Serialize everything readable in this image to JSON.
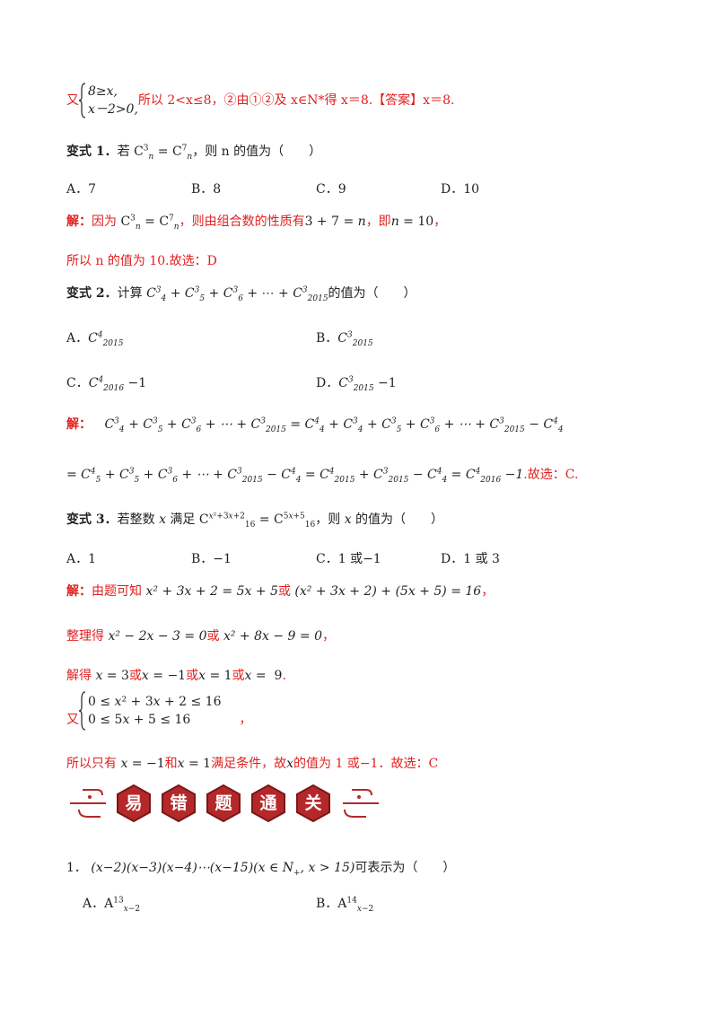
{
  "top": {
    "prefix": "又",
    "sys1": "8≥x,",
    "sys2": "x－2>0,",
    "text": "所以 2<x≤8，②由①②及 x∈N*得 x＝8.【答案】x＝8."
  },
  "q1": {
    "label": "变式 1．",
    "pre": "若",
    "post": "，则 n 的值为（　　）",
    "options": [
      {
        "letter": "A．",
        "value": "7"
      },
      {
        "letter": "B．",
        "value": "8"
      },
      {
        "letter": "C．",
        "value": "9"
      },
      {
        "letter": "D．",
        "value": "10"
      }
    ],
    "sol_label": "解：",
    "sol_a": "因为",
    "sol_b": "，则由组合数的性质有",
    "sol_c": "，即",
    "sol_d": "，",
    "sol_line2": "所以 n 的值为 10.故选：D"
  },
  "q2": {
    "label": "变式 2．",
    "pre": "计算",
    "post": "的值为（　　）",
    "options": [
      {
        "letter": "A．"
      },
      {
        "letter": "B．"
      },
      {
        "letter": "C．"
      },
      {
        "letter": "D．"
      }
    ],
    "sol_label": "解：",
    "end": ".故选：C."
  },
  "q3": {
    "label": "变式 3．",
    "pre": "若整数",
    "mid": "满足",
    "post": "，则",
    "post2": "的值为（　　）",
    "options": [
      {
        "letter": "A．",
        "value": "1"
      },
      {
        "letter": "B．",
        "value": "−1"
      },
      {
        "letter": "C．",
        "value": "1 或−1"
      },
      {
        "letter": "D．",
        "value": "1 或 3"
      }
    ],
    "sol_label": "解：",
    "sol1": "由题可知",
    "or": "或",
    "sol2": "整理得",
    "sol3": "解得",
    "again": "又",
    "comma": "，",
    "conclusion_a": "所以只有",
    "conclusion_b": "和",
    "conclusion_c": "满足条件，故",
    "conclusion_d": "的值为 1 或−1．故选：C"
  },
  "banner": {
    "chars": [
      "易",
      "错",
      "题",
      "通",
      "关"
    ],
    "color": "#b5282a"
  },
  "p1": {
    "number": "1．",
    "post": "可表示为（　　）",
    "options": [
      {
        "letter": "A．"
      },
      {
        "letter": "B．"
      }
    ]
  }
}
